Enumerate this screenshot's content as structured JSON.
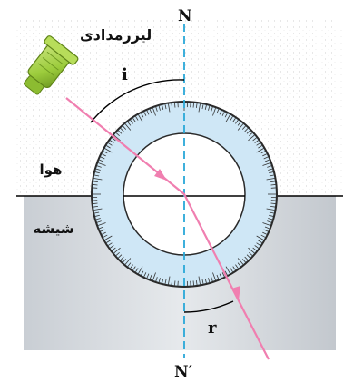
{
  "labels": {
    "normal_top": "N",
    "normal_bottom": "N′",
    "laser": "لیزرمدادی",
    "air": "هوا",
    "glass": "شیشه",
    "incidence_angle": "i",
    "refraction_angle": "r"
  },
  "colors": {
    "ray": "#f07fb0",
    "normal_line": "#29a8d8",
    "dial_ring": "#cfe7f6",
    "dial_border": "#2a2a2a",
    "glass": "#d9dde2",
    "laser_body": "#9ccc3c",
    "boundary": "#000000"
  },
  "icons": {
    "laser": "laser-pointer-icon",
    "protractor": "circular-protractor"
  }
}
